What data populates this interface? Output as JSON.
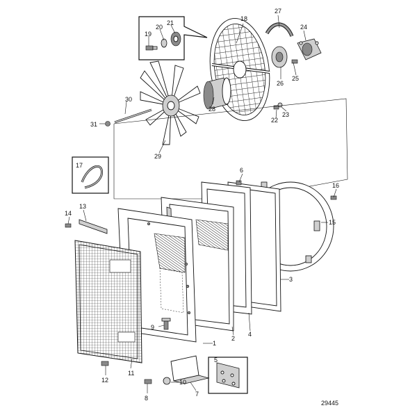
{
  "diagram": {
    "reference_number": "29445",
    "watermark": "",
    "labels": {
      "p1": "1",
      "p2": "2",
      "p3": "3",
      "p4": "4",
      "p5": "5",
      "p6": "6",
      "p7": "7",
      "p8": "8",
      "p9": "9",
      "p10": "10",
      "p11": "11",
      "p12": "12",
      "p13": "13",
      "p14": "14",
      "p15": "15",
      "p16": "16",
      "p17": "17",
      "p18": "18",
      "p19": "19",
      "p20": "20",
      "p21": "21",
      "p22": "22",
      "p23": "23",
      "p24": "24",
      "p25": "25",
      "p26": "26",
      "p27": "27",
      "p28": "28",
      "p29": "29",
      "p30": "30",
      "p31": "31"
    }
  }
}
